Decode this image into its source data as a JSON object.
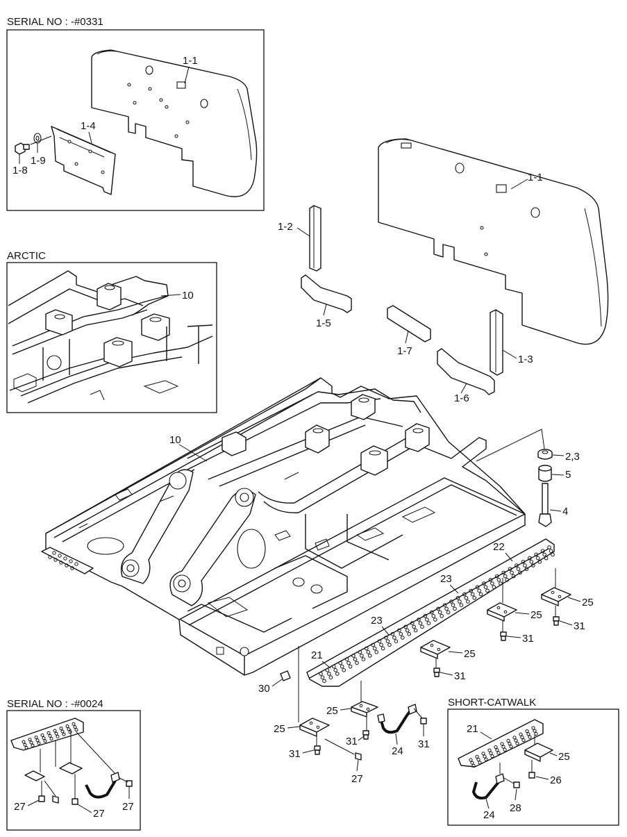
{
  "insets": {
    "serial_0331": "SERIAL NO : -#0331",
    "arctic": "ARCTIC",
    "serial_0024": "SERIAL NO : -#0024",
    "short_catwalk": "SHORT-CATWALK"
  },
  "callouts": {
    "c1_1_inset": "1-1",
    "c1_4": "1-4",
    "c1_8": "1-8",
    "c1_9": "1-9",
    "c1_1_main": "1-1",
    "c1_2": "1-2",
    "c1_5": "1-5",
    "c1_7": "1-7",
    "c1_3": "1-3",
    "c1_6": "1-6",
    "c10_arctic": "10",
    "c10_main": "10",
    "c2_3": "2,3",
    "c5": "5",
    "c4": "4",
    "c22": "22",
    "c23_a": "23",
    "c23_b": "23",
    "c25_a": "25",
    "c25_b": "25",
    "c25_c": "25",
    "c25_d": "25",
    "c25_e": "25",
    "c31_a": "31",
    "c31_b": "31",
    "c31_c": "31",
    "c31_d": "31",
    "c31_e": "31",
    "c21": "21",
    "c30": "30",
    "c24": "24",
    "c27_main": "27",
    "c27_a": "27",
    "c27_b": "27",
    "c27_c": "27",
    "c21_sc": "21",
    "c25_sc": "25",
    "c26_sc": "26",
    "c24_sc": "24",
    "c28_sc": "28"
  }
}
